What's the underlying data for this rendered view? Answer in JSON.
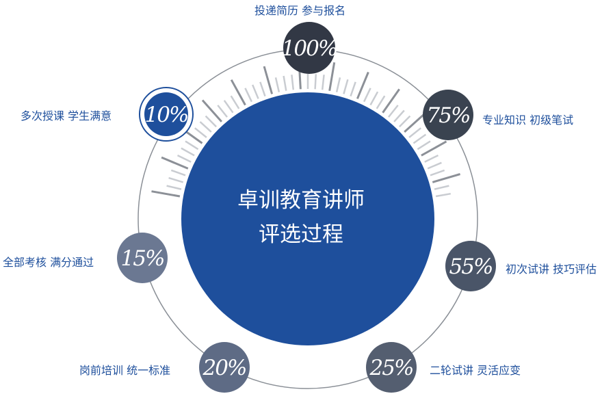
{
  "center": {
    "line1": "卓训教育讲师",
    "line2": "评选过程"
  },
  "steps": [
    {
      "id": "signup",
      "percent": "100%",
      "label": "投递简历 参与报名",
      "color": "#323845"
    },
    {
      "id": "exam",
      "percent": "75%",
      "label": "专业知识 初级笔试",
      "color": "#3a4350"
    },
    {
      "id": "trial",
      "percent": "55%",
      "label": "初次试讲 技巧评估",
      "color": "#4a5568"
    },
    {
      "id": "second",
      "percent": "25%",
      "label": "二轮试讲 灵活应变",
      "color": "#545e70"
    },
    {
      "id": "standard",
      "percent": "20%",
      "label": "岗前培训 统一标准",
      "color": "#5e6b85"
    },
    {
      "id": "assess",
      "percent": "15%",
      "label": "全部考核 满分通过",
      "color": "#6b7892"
    },
    {
      "id": "teach",
      "percent": "10%",
      "label": "多次授课 学生满意",
      "color": "#1e4f9c"
    }
  ],
  "colors": {
    "accent": "#1e4f9c",
    "ring": "#8a8f96",
    "tick_dark": "#8c9097",
    "tick_light": "#c9ccd1"
  }
}
